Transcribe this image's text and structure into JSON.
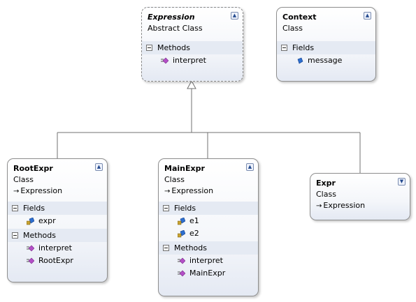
{
  "expression": {
    "title": "Expression",
    "kind": "Abstract Class",
    "methods_label": "Methods",
    "methods": [
      "interpret"
    ]
  },
  "context": {
    "title": "Context",
    "kind": "Class",
    "fields_label": "Fields",
    "fields": [
      "message"
    ]
  },
  "rootexpr": {
    "title": "RootExpr",
    "kind": "Class",
    "parent": "Expression",
    "fields_label": "Fields",
    "fields": [
      "expr"
    ],
    "methods_label": "Methods",
    "methods": [
      "interpret",
      "RootExpr"
    ]
  },
  "mainexpr": {
    "title": "MainExpr",
    "kind": "Class",
    "parent": "Expression",
    "fields_label": "Fields",
    "fields": [
      "e1",
      "e2"
    ],
    "methods_label": "Methods",
    "methods": [
      "interpret",
      "MainExpr"
    ]
  },
  "expr": {
    "title": "Expr",
    "kind": "Class",
    "parent": "Expression"
  },
  "colors": {
    "line": "#707070",
    "method_icon": "#b44fc7",
    "field_icon": "#2d6fd0",
    "section_bg": "#e5eaf3"
  }
}
